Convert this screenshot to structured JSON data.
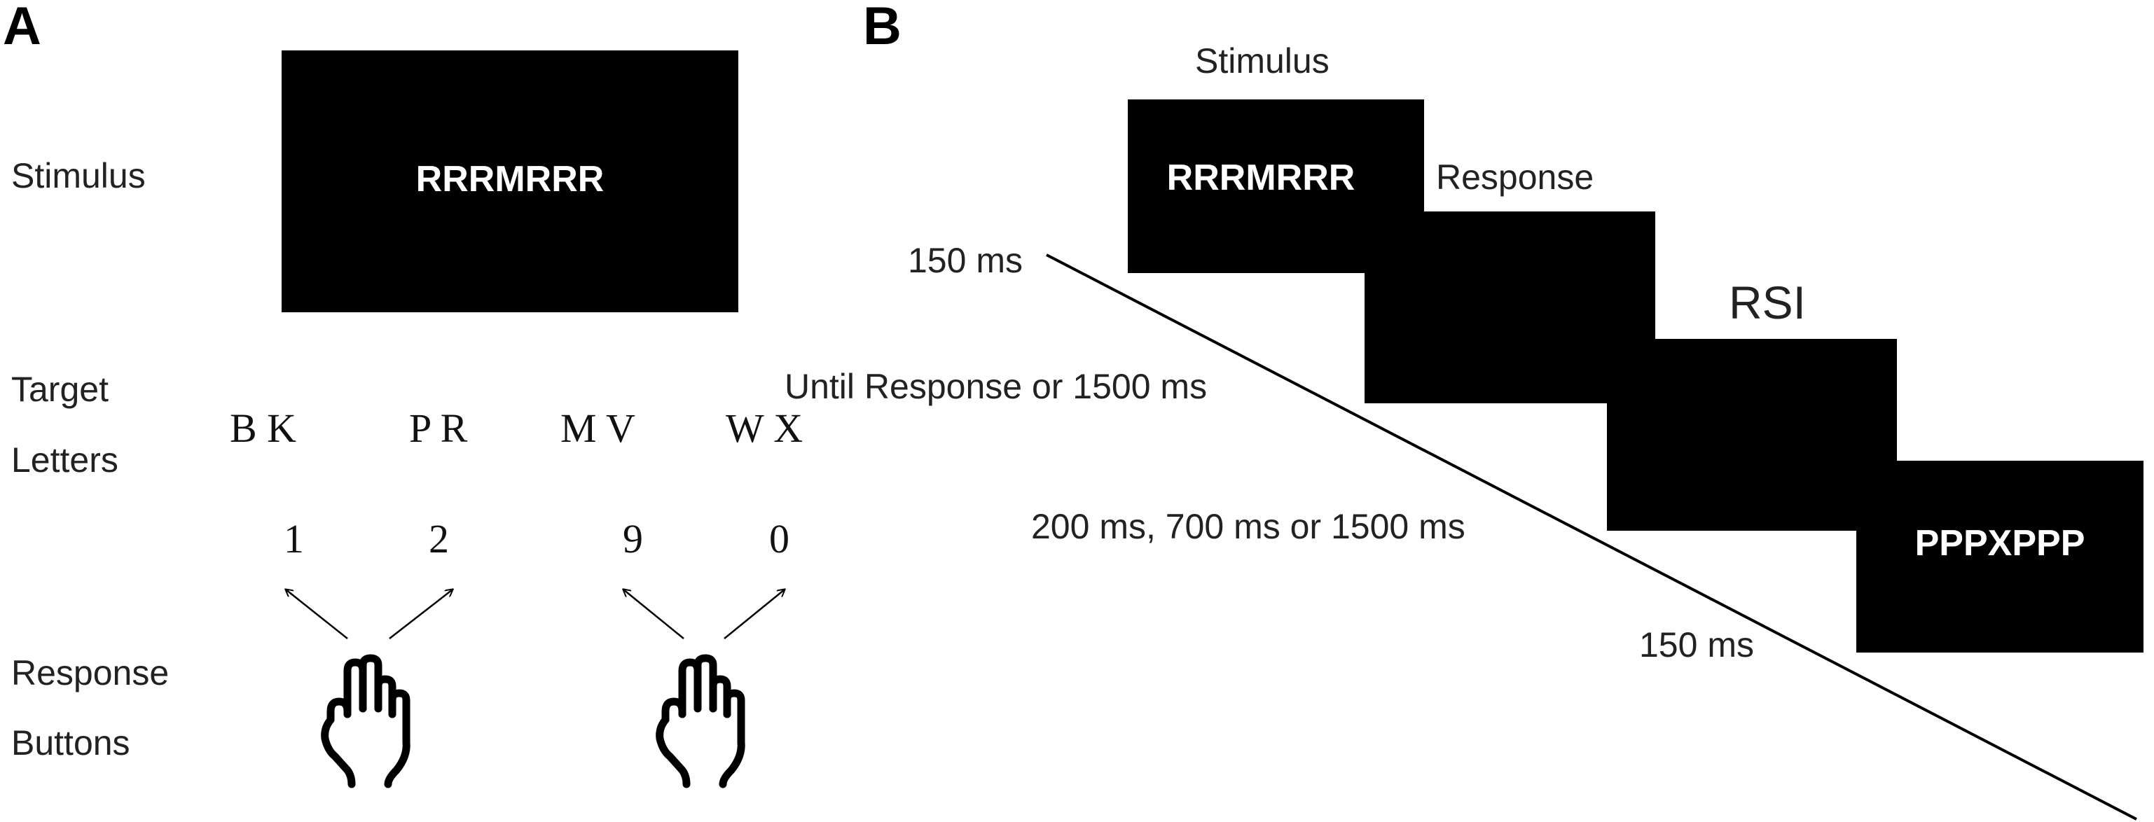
{
  "panel_a": {
    "label": "A",
    "stimulus_label": "Stimulus",
    "stimulus_text": "RRRMRRR",
    "target_label_line1": "Target",
    "target_label_line2": "Letters",
    "target_letters": [
      "B K",
      "P R",
      "M V",
      "W X"
    ],
    "response_numbers": [
      "1",
      "2",
      "9",
      "0"
    ],
    "response_label_line1": "Response",
    "response_label_line2": "Buttons",
    "hand_icon": "hand-pointing-two-fingers"
  },
  "panel_b": {
    "label": "B",
    "stimulus_label": "Stimulus",
    "stimulus_text": "RRRMRRR",
    "response_label": "Response",
    "rsi_label": "RSI",
    "next_stimulus_text": "PPPXPPP",
    "durations": {
      "stimulus": "150 ms",
      "response": "Until Response or 1500 ms",
      "rsi": "200 ms, 700 ms or 1500 ms",
      "next_stimulus": "150 ms"
    }
  },
  "colors": {
    "block": "#000000",
    "stimulus_text": "#ffffff",
    "label_text": "#222222"
  }
}
